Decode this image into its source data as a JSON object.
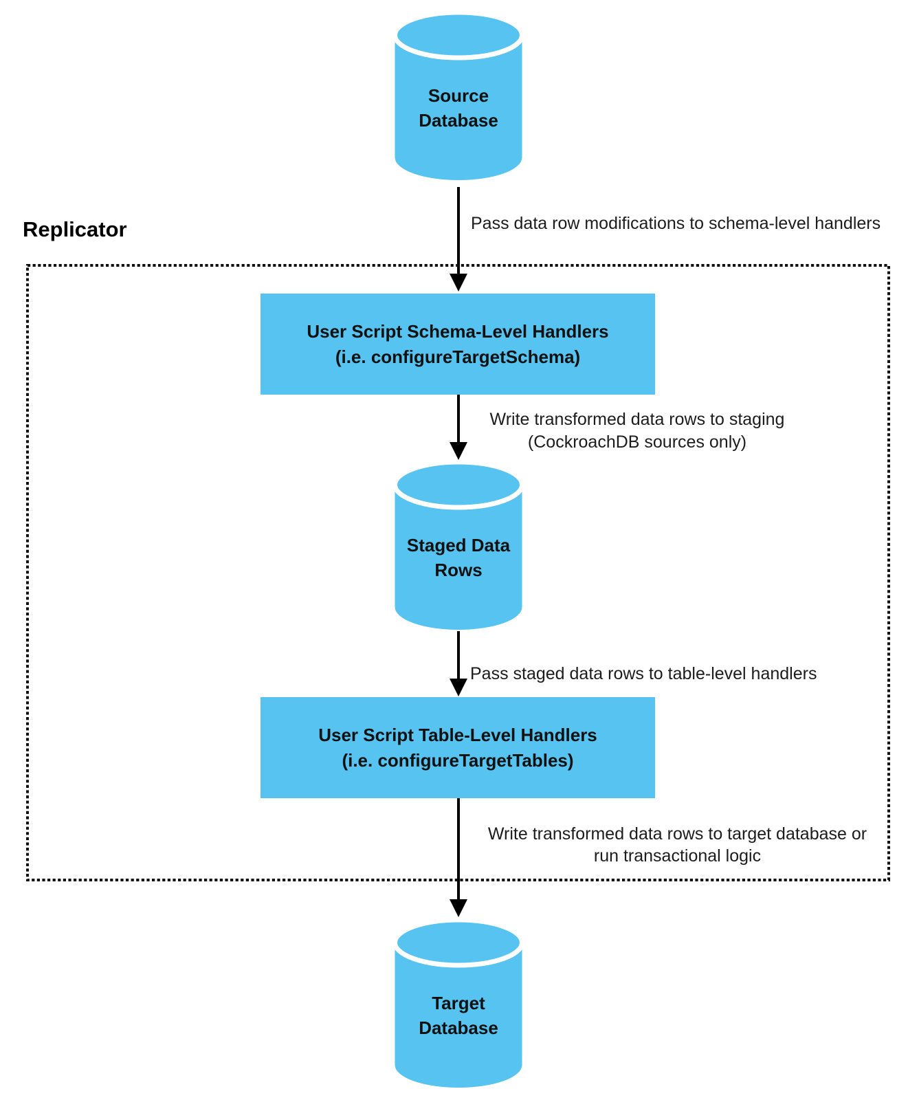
{
  "container": {
    "label": "Replicator"
  },
  "nodes": {
    "source_database": {
      "line1": "Source",
      "line2": "Database"
    },
    "schema_handlers": {
      "line1": "User Script Schema-Level Handlers",
      "line2": "(i.e. configureTargetSchema)"
    },
    "staged_data_rows": {
      "line1": "Staged Data",
      "line2": "Rows"
    },
    "table_handlers": {
      "line1": "User Script Table-Level Handlers",
      "line2": "(i.e. configureTargetTables)"
    },
    "target_database": {
      "line1": "Target",
      "line2": "Database"
    }
  },
  "edges": {
    "source_to_schema": {
      "label": "Pass data row modifications to schema-level handlers"
    },
    "schema_to_staged": {
      "line1": "Write transformed data rows to staging",
      "line2": "(CockroachDB sources only)"
    },
    "staged_to_table": {
      "label": "Pass staged data rows to table-level handlers"
    },
    "table_to_target": {
      "line1": "Write transformed data rows to target database or",
      "line2": "run transactional logic"
    }
  },
  "colors": {
    "node_fill": "#56C3F0",
    "text": "#111111",
    "arrow": "#000000",
    "boundary": "#111111"
  }
}
